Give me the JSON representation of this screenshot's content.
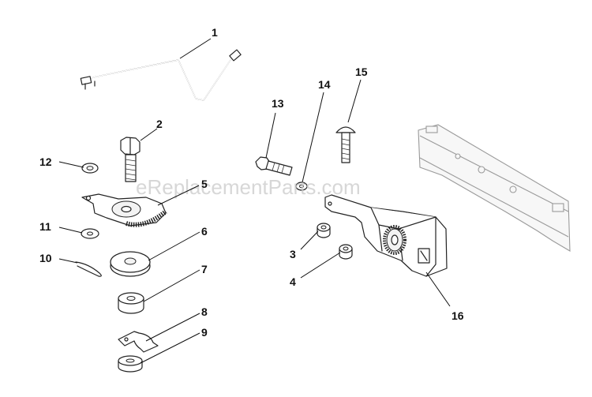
{
  "watermark": "eReplacementParts.com",
  "callouts": [
    "1",
    "2",
    "3",
    "4",
    "5",
    "6",
    "7",
    "8",
    "9",
    "10",
    "11",
    "12",
    "13",
    "14",
    "15",
    "16"
  ]
}
